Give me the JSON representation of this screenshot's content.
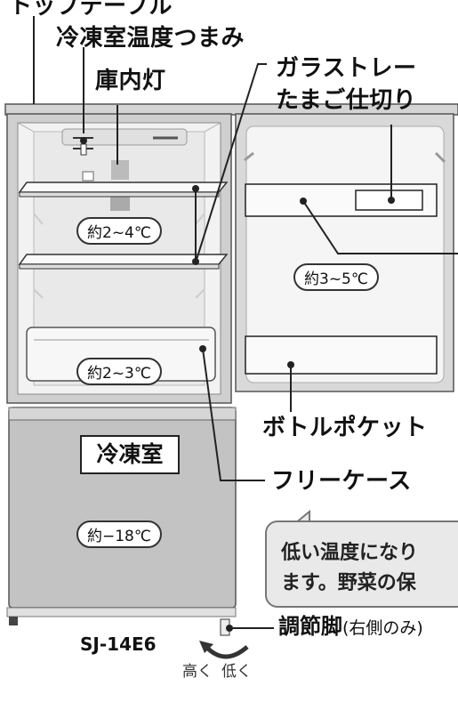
{
  "labels": {
    "top_table": "トップテーブル",
    "freezer_knob": "冷凍室温度つまみ",
    "interior_light": "庫内灯",
    "glass_tray": "ガラストレー",
    "egg_divider": "たまご仕切り",
    "bottle_pocket": "ボトルポケット",
    "free_case": "フリーケース",
    "freezer_title": "冷凍室",
    "adjuster_foot": "調節脚",
    "adjuster_note": "(右側のみ)",
    "model": "SJ-14E6",
    "higher": "高く",
    "lower": "低く"
  },
  "temps": {
    "shelf": "約2~4℃",
    "door": "約3~5℃",
    "case": "約2~3℃",
    "freezer": "約−18℃"
  },
  "note": {
    "line1": "低い温度になり",
    "line2": "ます。野菜の保"
  },
  "colors": {
    "body": "#c9c9c9",
    "interior": "#f3f3f3",
    "freezer": "#bdbdbd",
    "line": "#222222"
  }
}
